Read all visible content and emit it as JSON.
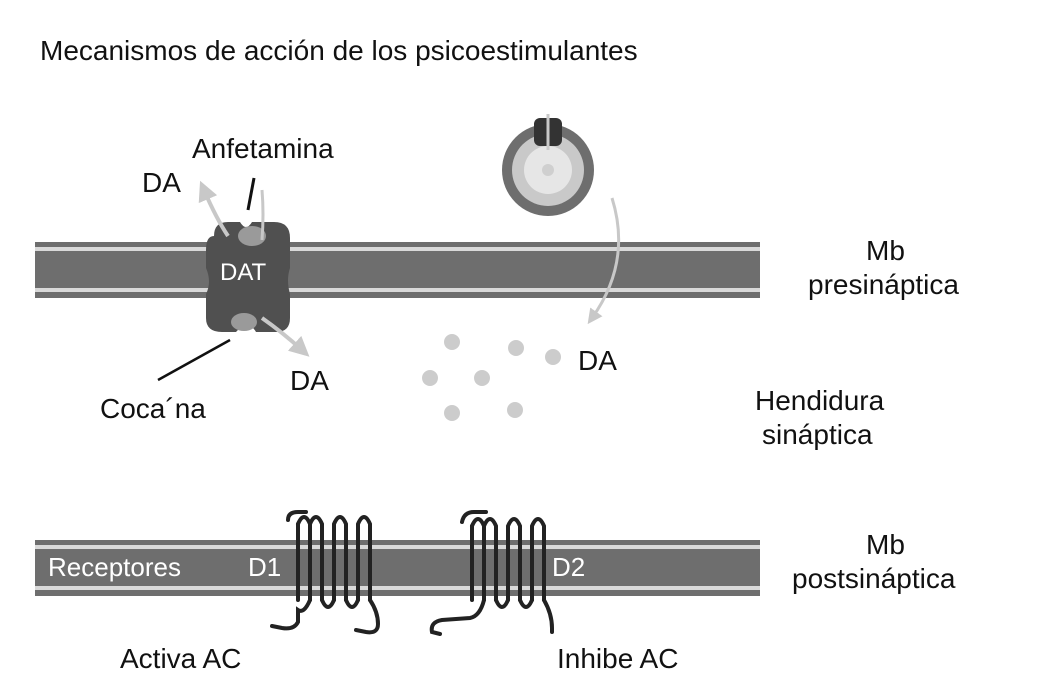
{
  "title": "Mecanismos de acción de los psicoestimulantes",
  "labels": {
    "anfetamina": "Anfetamina",
    "da_top": "DA",
    "dat": "DAT",
    "da_bottom": "DA",
    "cocaina": "Coca´na",
    "da_cleft": "DA",
    "mb_pre_line1": "Mb",
    "mb_pre_line2": "presináptica",
    "hendidura_line1": "Hendidura",
    "hendidura_line2": "sináptica",
    "mb_post_line1": "Mb",
    "mb_post_line2": "postsináptica",
    "receptores": "Receptores",
    "d1": "D1",
    "d2": "D2",
    "activa": "Activa AC",
    "inhibe": "Inhibe AC"
  },
  "colors": {
    "membrane": "#6e6e6e",
    "membrane_edge": "#d9d9d9",
    "transporter": "#505050",
    "dot": "#cccccc",
    "arrow": "#c8c8c8",
    "receptor": "#333333"
  }
}
